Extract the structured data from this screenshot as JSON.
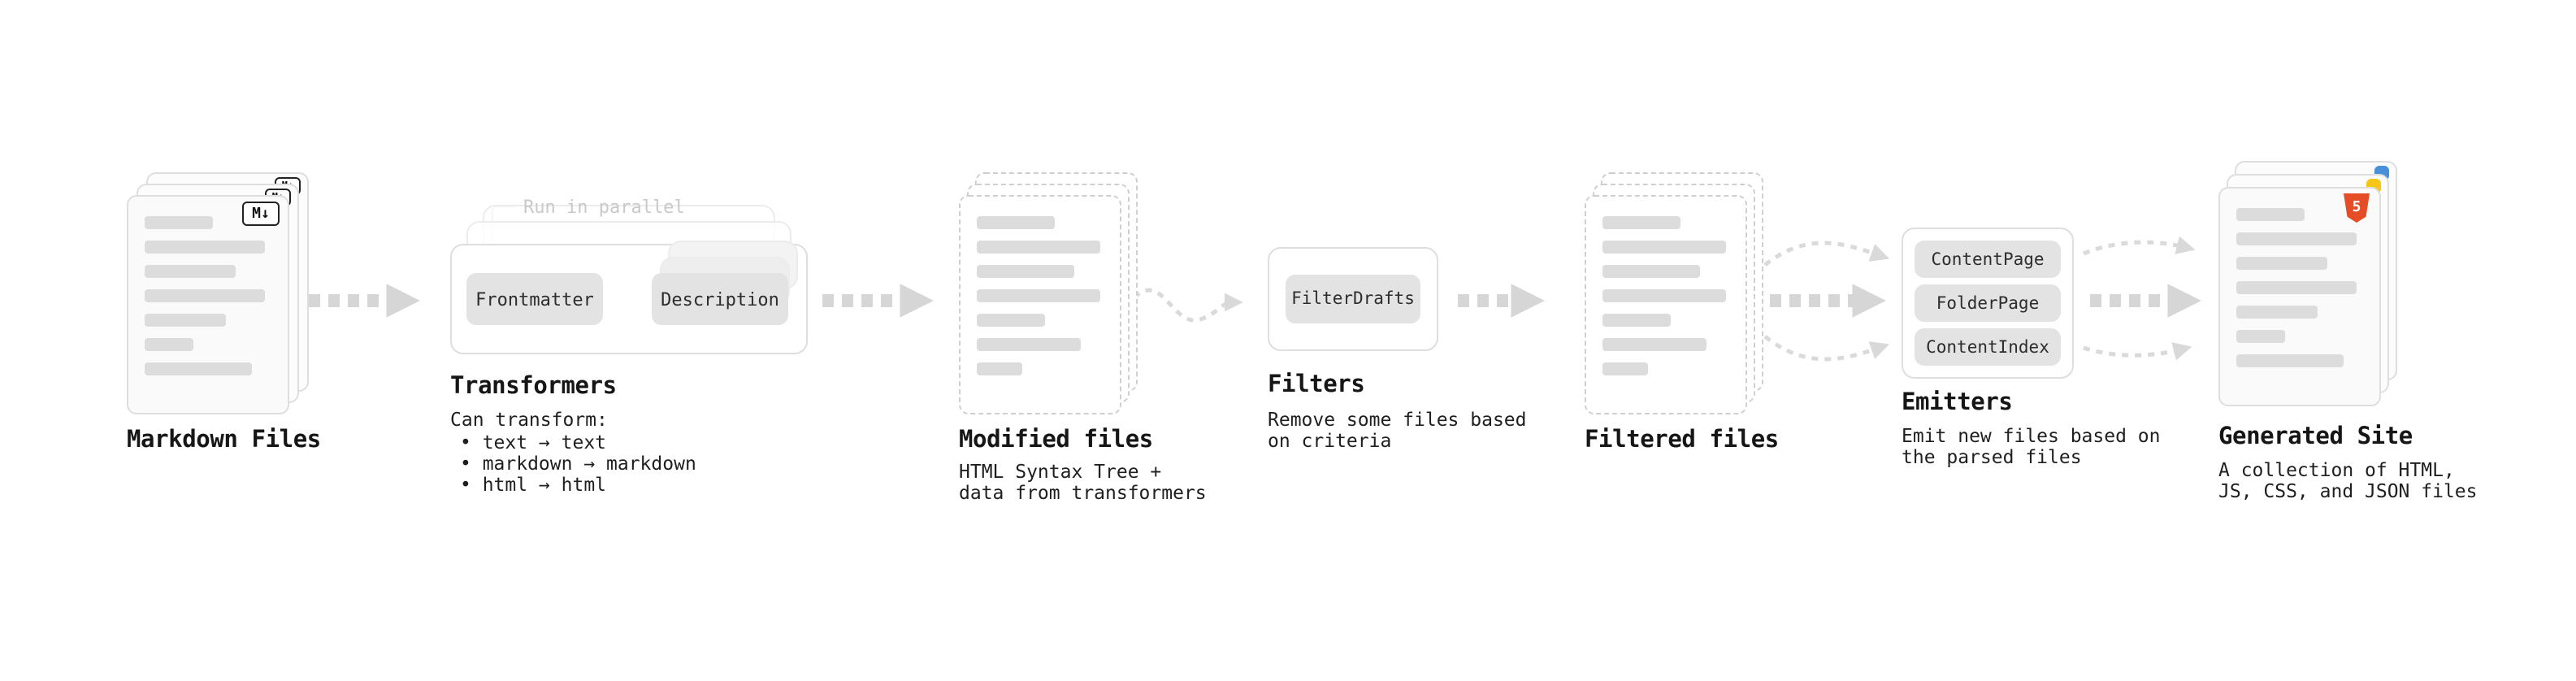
{
  "diagram": {
    "markdown_files": {
      "title": "Markdown Files",
      "badge": "M↓"
    },
    "transformers": {
      "title": "Transformers",
      "annotation": "Run in parallel",
      "chips": [
        "Frontmatter",
        "Description"
      ],
      "desc_heading": "Can transform:",
      "desc_items": [
        "• text → text",
        "• markdown → markdown",
        "• html → html"
      ]
    },
    "modified_files": {
      "title": "Modified files",
      "desc_lines": [
        "HTML Syntax Tree +",
        "data from transformers"
      ]
    },
    "filters": {
      "title": "Filters",
      "chips": [
        "FilterDrafts"
      ],
      "desc_lines": [
        "Remove some files based",
        "on criteria"
      ]
    },
    "filtered_files": {
      "title": "Filtered files"
    },
    "emitters": {
      "title": "Emitters",
      "chips": [
        "ContentPage",
        "FolderPage",
        "ContentIndex"
      ],
      "desc_lines": [
        "Emit new files based on",
        "the parsed files"
      ]
    },
    "generated_site": {
      "title": "Generated Site",
      "badge": "5",
      "desc_lines": [
        "A collection of HTML,",
        "JS, CSS, and JSON files"
      ]
    },
    "colors": {
      "arrow": "#d6d6d6",
      "card_border": "#dedede",
      "chip_bg": "#e3e3e3",
      "html5_orange": "#e44d26"
    }
  }
}
